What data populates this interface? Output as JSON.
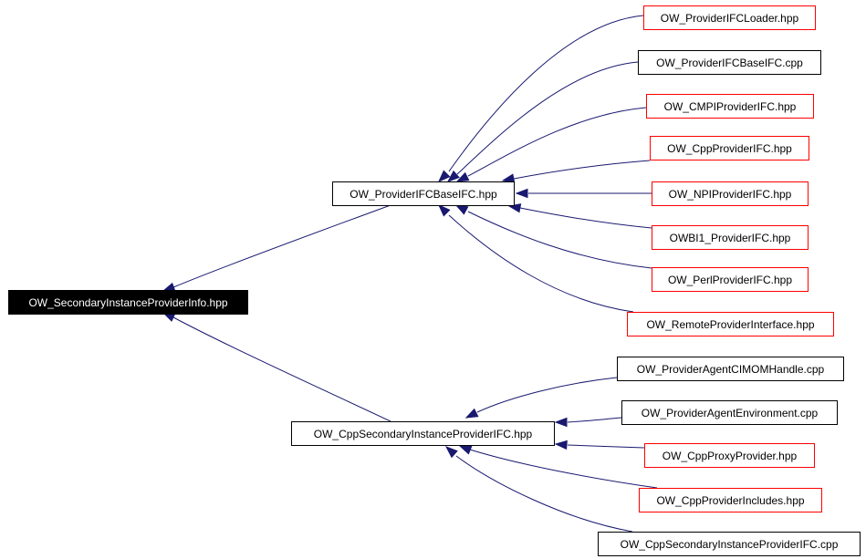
{
  "diagram": {
    "nodes": [
      {
        "id": "root",
        "label": "OW_SecondaryInstanceProviderInfo.hpp",
        "style": "root"
      },
      {
        "id": "baseifc_hpp",
        "label": "OW_ProviderIFCBaseIFC.hpp",
        "style": "documented"
      },
      {
        "id": "cppsec_hpp",
        "label": "OW_CppSecondaryInstanceProviderIFC.hpp",
        "style": "documented"
      },
      {
        "id": "loader",
        "label": "OW_ProviderIFCLoader.hpp",
        "style": "undocumented"
      },
      {
        "id": "baseifc_cpp",
        "label": "OW_ProviderIFCBaseIFC.cpp",
        "style": "documented"
      },
      {
        "id": "cmpi",
        "label": "OW_CMPIProviderIFC.hpp",
        "style": "undocumented"
      },
      {
        "id": "cpp_ifc",
        "label": "OW_CppProviderIFC.hpp",
        "style": "undocumented"
      },
      {
        "id": "npi",
        "label": "OW_NPIProviderIFC.hpp",
        "style": "undocumented"
      },
      {
        "id": "owbi1",
        "label": "OWBI1_ProviderIFC.hpp",
        "style": "undocumented"
      },
      {
        "id": "perl",
        "label": "OW_PerlProviderIFC.hpp",
        "style": "undocumented"
      },
      {
        "id": "remote",
        "label": "OW_RemoteProviderInterface.hpp",
        "style": "undocumented"
      },
      {
        "id": "cimom",
        "label": "OW_ProviderAgentCIMOMHandle.cpp",
        "style": "documented"
      },
      {
        "id": "agentenv",
        "label": "OW_ProviderAgentEnvironment.cpp",
        "style": "documented"
      },
      {
        "id": "proxy",
        "label": "OW_CppProxyProvider.hpp",
        "style": "undocumented"
      },
      {
        "id": "includes",
        "label": "OW_CppProviderIncludes.hpp",
        "style": "undocumented"
      },
      {
        "id": "cppsec_cpp",
        "label": "OW_CppSecondaryInstanceProviderIFC.cpp",
        "style": "documented"
      }
    ],
    "edges": [
      {
        "from": "baseifc_hpp",
        "to": "root"
      },
      {
        "from": "cppsec_hpp",
        "to": "root"
      },
      {
        "from": "loader",
        "to": "baseifc_hpp"
      },
      {
        "from": "baseifc_cpp",
        "to": "baseifc_hpp"
      },
      {
        "from": "cmpi",
        "to": "baseifc_hpp"
      },
      {
        "from": "cpp_ifc",
        "to": "baseifc_hpp"
      },
      {
        "from": "npi",
        "to": "baseifc_hpp"
      },
      {
        "from": "owbi1",
        "to": "baseifc_hpp"
      },
      {
        "from": "perl",
        "to": "baseifc_hpp"
      },
      {
        "from": "remote",
        "to": "baseifc_hpp"
      },
      {
        "from": "cimom",
        "to": "cppsec_hpp"
      },
      {
        "from": "agentenv",
        "to": "cppsec_hpp"
      },
      {
        "from": "proxy",
        "to": "cppsec_hpp"
      },
      {
        "from": "includes",
        "to": "cppsec_hpp"
      },
      {
        "from": "cppsec_cpp",
        "to": "cppsec_hpp"
      }
    ],
    "colors": {
      "edge": "#191970",
      "root_fill": "#000000",
      "root_text": "#ffffff",
      "documented_border": "#000000",
      "undocumented_border": "#ff0000",
      "node_fill": "#ffffff",
      "node_text": "#000000"
    }
  }
}
